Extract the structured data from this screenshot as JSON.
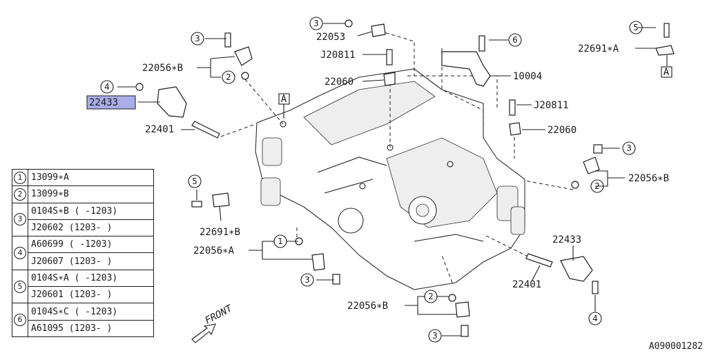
{
  "labels": {
    "coil_left": "22433",
    "coil_right": "22433",
    "plug_left": "22401",
    "plug_right": "22401",
    "sensor_b_top_left": "22056∗B",
    "sensor_b_right": "22056∗B",
    "sensor_b_bottom": "22056∗B",
    "sensor_a": "22056∗A",
    "sensor_22053": "22053",
    "sensor_22060_top": "22060",
    "sensor_22060_right": "22060",
    "bolt_j20811_top": "J20811",
    "bolt_j20811_right": "J20811",
    "bracket_10004": "10004",
    "bracket_22691a": "22691∗A",
    "bracket_22691b": "22691∗B",
    "ref_a_box_engine": "A",
    "ref_a_box_bracket": "A",
    "front": "FRONT"
  },
  "callouts": [
    "1",
    "2",
    "3",
    "4",
    "5",
    "6"
  ],
  "legend": [
    {
      "num": "1",
      "rows": [
        "13099∗A"
      ]
    },
    {
      "num": "2",
      "rows": [
        "13099∗B"
      ]
    },
    {
      "num": "3",
      "rows": [
        "0104S∗B ( -1203)",
        "J20602  (1203- )"
      ]
    },
    {
      "num": "4",
      "rows": [
        "A60699  ( -1203)",
        "J20607  (1203- )"
      ]
    },
    {
      "num": "5",
      "rows": [
        "0104S∗A ( -1203)",
        "J20601  (1203- )"
      ]
    },
    {
      "num": "6",
      "rows": [
        "0104S∗C ( -1203)",
        "A61095  (1203- )"
      ]
    }
  ],
  "footer_code": "A090001282",
  "colors": {
    "highlight": "#a9aee8",
    "ink": "#1a1a1a"
  }
}
